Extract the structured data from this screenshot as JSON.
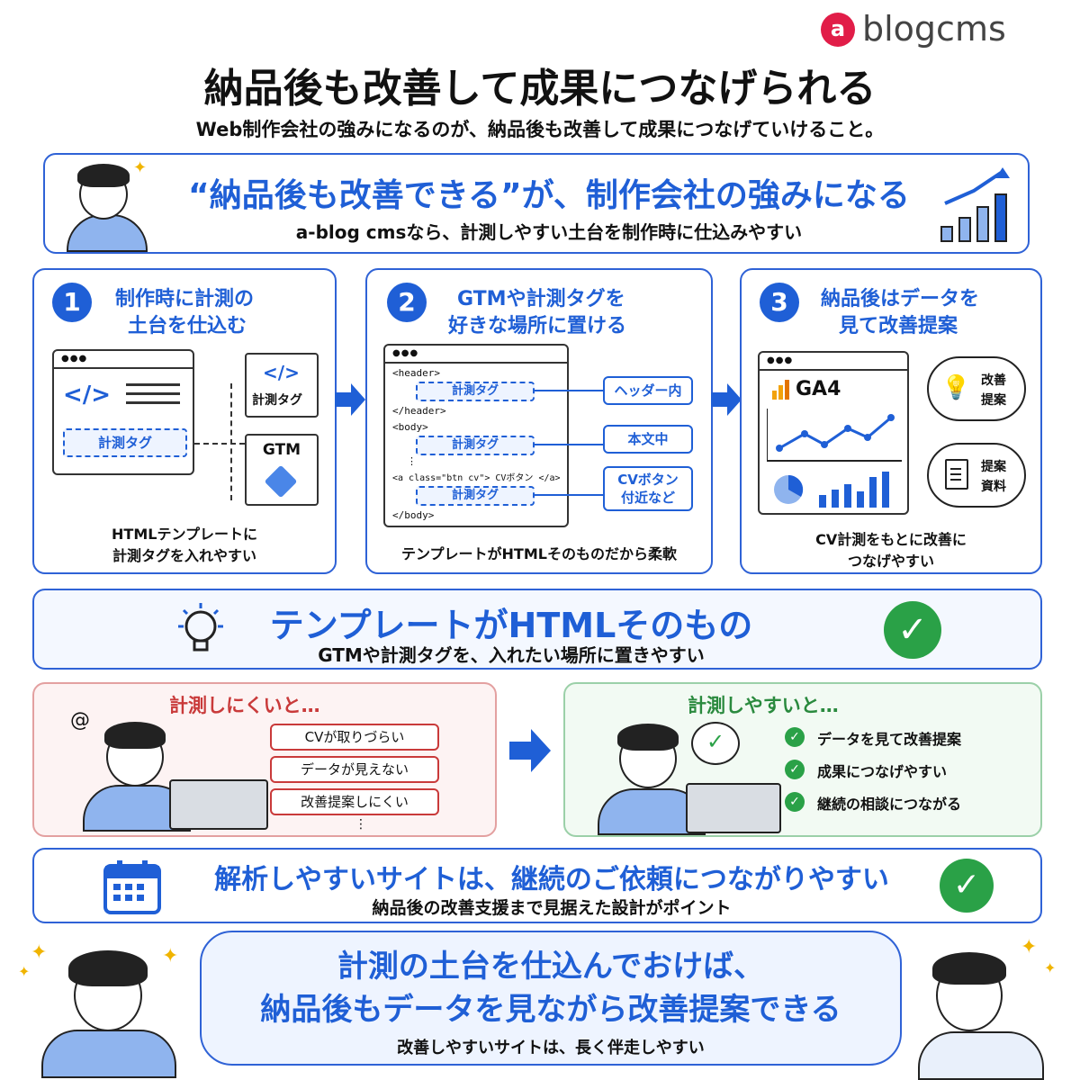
{
  "brand": {
    "logo_text": "blogcms",
    "logo_mark": "a",
    "accent": "#e11d48"
  },
  "header": {
    "title": "納品後も改善して成果につなげられる",
    "subtitle": "Web制作会社の強みになるのが、納品後も改善して成果につなげていけること。"
  },
  "hero": {
    "headline": "“納品後も改善できる”が、制作会社の強みになる",
    "subline": "a-blog cmsなら、計測しやすい土台を制作時に仕込みやすい"
  },
  "steps": [
    {
      "num": "1",
      "title_line1": "制作時に計測の",
      "title_line2": "土台を仕込む",
      "dash_tag": "計測タグ",
      "file_label": "計測タグ",
      "gtm_label": "GTM",
      "caption_line1": "HTMLテンプレートに",
      "caption_line2": "計測タグを入れやすい"
    },
    {
      "num": "2",
      "title_line1": "GTMや計測タグを",
      "title_line2": "好きな場所に置ける",
      "code": {
        "header_open": "<header>",
        "tag1": "計測タグ",
        "header_close": "</header>",
        "body_open": "<body>",
        "tag2": "計測タグ",
        "dots": "⋮",
        "anchor": "<a class=\"btn cv\">  CVボタン  </a>",
        "tag3": "計測タグ",
        "body_close": "</body>"
      },
      "label1": "ヘッダー内",
      "label2": "本文中",
      "label3_line1": "CVボタン",
      "label3_line2": "付近など",
      "caption": "テンプレートがHTMLそのものだから柔軟"
    },
    {
      "num": "3",
      "title_line1": "納品後はデータを",
      "title_line2": "見て改善提案",
      "ga4": "GA4",
      "bubble1_line1": "改善",
      "bubble1_line2": "提案",
      "bubble2_line1": "提案",
      "bubble2_line2": "資料",
      "caption_line1": "CV計測をもとに改善に",
      "caption_line2": "つなげやすい"
    }
  ],
  "template_banner": {
    "headline": "テンプレートがHTMLそのもの",
    "subline": "GTMや計測タグを、入れたい場所に置きやすい"
  },
  "hard": {
    "title": "計測しにくいと…",
    "items": [
      "CVが取りづらい",
      "データが見えない",
      "改善提案しにくい"
    ],
    "more": "⋮"
  },
  "easy": {
    "title": "計測しやすいと…",
    "items": [
      "データを見て改善提案",
      "成果につなげやすい",
      "継続の相談につながる"
    ]
  },
  "continuity_banner": {
    "headline": "解析しやすいサイトは、継続のご依頼につながりやすい",
    "subline": "納品後の改善支援まで見据えた設計がポイント"
  },
  "footer": {
    "line1": "計測の土台を仕込んでおけば、",
    "line2": "納品後もデータを見ながら改善提案できる",
    "subline": "改善しやすいサイトは、長く伴走しやすい"
  },
  "icons": {
    "code": "code-icon",
    "gtm": "gtm-diamond-icon",
    "lightbulb": "lightbulb-icon",
    "check": "check-icon",
    "calendar": "calendar-icon",
    "chart": "bar-chart-icon",
    "arrow": "arrow-right-icon"
  },
  "colors": {
    "primary": "#1f5fd6",
    "red": "#c93a3a",
    "green": "#2aa147"
  }
}
